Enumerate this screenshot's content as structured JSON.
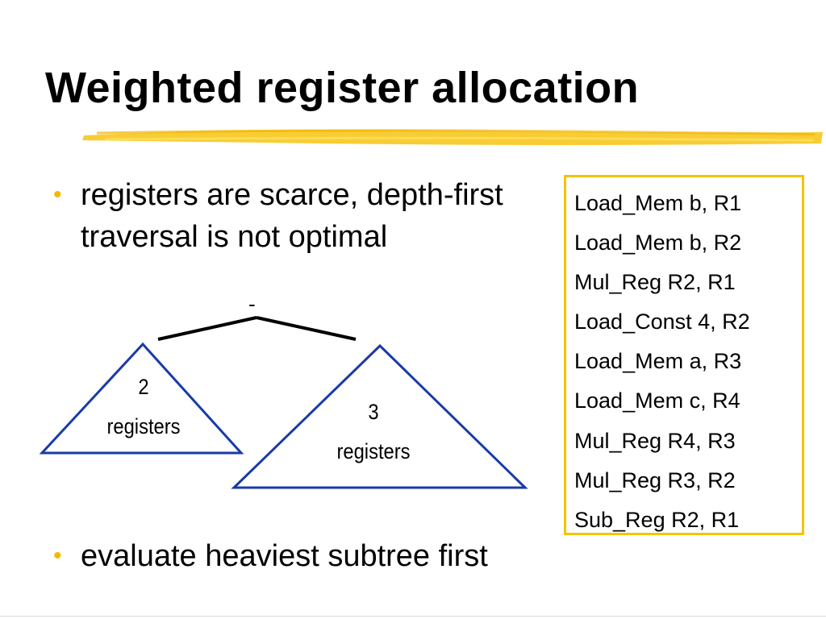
{
  "slide": {
    "title": "Weighted register allocation",
    "bullets": [
      "registers are scarce, depth-first traversal is not optimal",
      "evaluate heaviest subtree first"
    ],
    "bullet_glyph": "•"
  },
  "diagram": {
    "root_label": "-",
    "left_subtree": {
      "count": "2",
      "unit": "registers"
    },
    "right_subtree": {
      "count": "3",
      "unit": "registers"
    }
  },
  "code": {
    "lines": [
      "Load_Mem b, R1",
      "Load_Mem b, R2",
      "Mul_Reg R2, R1",
      "Load_Const 4, R2",
      "Load_Mem a, R3",
      "Load_Mem c, R4",
      "Mul_Reg R4, R3",
      "Mul_Reg R3, R2",
      "Sub_Reg R2, R1"
    ]
  },
  "colors": {
    "accent": "#f5b800",
    "triangle": "#1a3aa8",
    "code_border": "#f5c400"
  }
}
